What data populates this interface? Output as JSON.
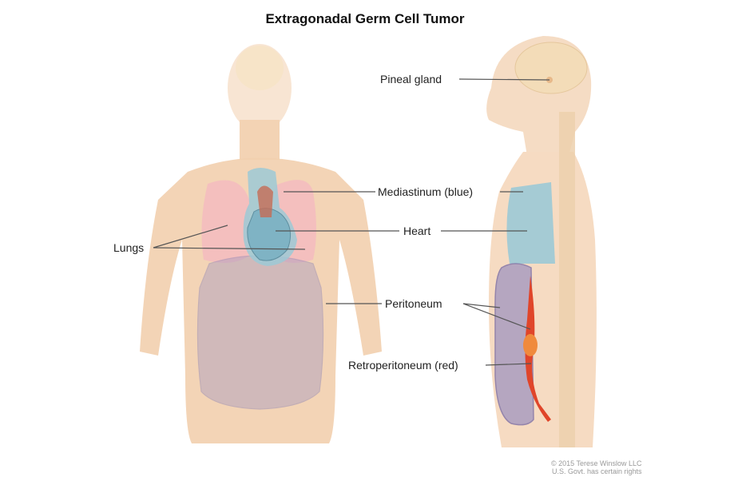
{
  "title": "Extragonadal Germ Cell Tumor",
  "labels": {
    "pineal": "Pineal gland",
    "mediastinum": "Mediastinum (blue)",
    "heart": "Heart",
    "lungs": "Lungs",
    "peritoneum": "Peritoneum",
    "retroperitoneum": "Retroperitoneum (red)"
  },
  "credit": {
    "line1": "© 2015 Terese Winslow LLC",
    "line2": "U.S. Govt. has certain rights"
  },
  "colors": {
    "skin": "#f2cfae",
    "skin_light": "#f7e1cc",
    "mediastinum": "#9cc9d6",
    "heart": "#7fb3c4",
    "lungs": "#f4b8c0",
    "peritoneum": "#a69ac0",
    "retroperitoneum": "#e0452a",
    "brain": "#f3dcb8",
    "spine": "#e8c9a4"
  }
}
